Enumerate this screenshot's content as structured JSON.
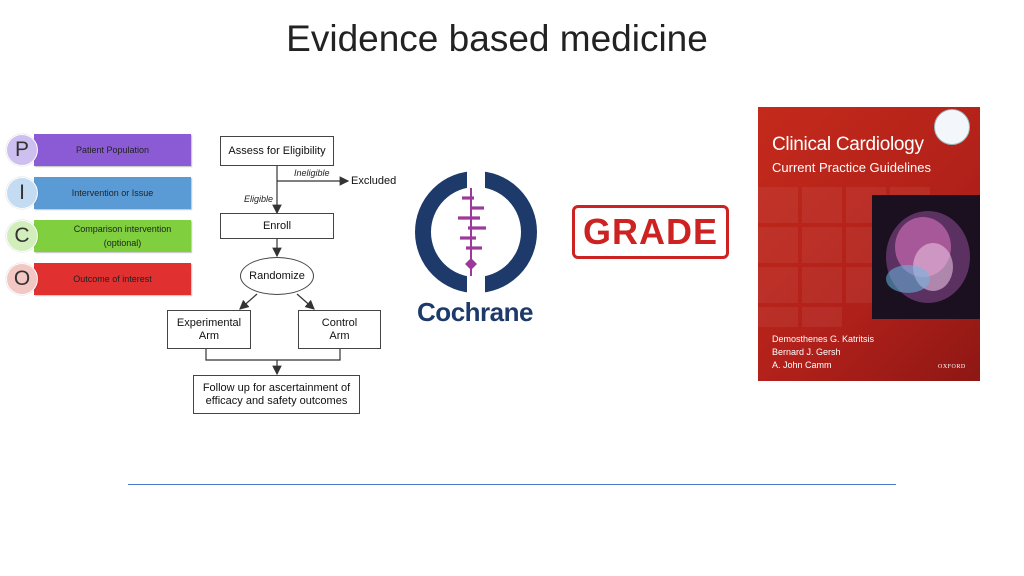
{
  "slide": {
    "title": "Evidence based medicine"
  },
  "pico": [
    {
      "letter": "P",
      "label": "Patient Population",
      "color": "#8b5bd6"
    },
    {
      "letter": "I",
      "label": "Intervention or Issue",
      "color": "#5b9bd5"
    },
    {
      "letter": "C",
      "label": "Comparison intervention (optional)",
      "color": "#7fcf3f"
    },
    {
      "letter": "O",
      "label": "Outcome of interest",
      "color": "#e03030"
    }
  ],
  "flowchart": {
    "assess": "Assess for Eligibility",
    "ineligible": "Ineligible",
    "excluded": "Excluded",
    "eligible": "Eligible",
    "enroll": "Enroll",
    "randomize": "Randomize",
    "experimental": "Experimental Arm",
    "control": "Control Arm",
    "followup": "Follow up for ascertainment of efficacy and safety outcomes"
  },
  "logos": {
    "cochrane": "Cochrane",
    "cochrane_color": "#1d3a6b",
    "cochrane_accent": "#9b3a9a",
    "grade": "GRADE",
    "grade_color": "#cc2222"
  },
  "book": {
    "title": "Clinical Cardiology",
    "subtitle": "Current Practice Guidelines",
    "authors": [
      "Demosthenes G. Katritsis",
      "Bernard J. Gersh",
      "A. John Camm"
    ],
    "publisher": "OXFORD",
    "color": "#c42a1b"
  }
}
